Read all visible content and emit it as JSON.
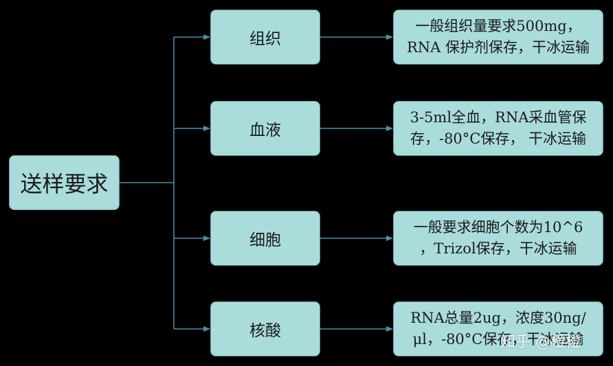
{
  "root": {
    "label": "送样要求"
  },
  "branches": [
    {
      "category": "组织",
      "detail_lines": [
        "一般组织量要求500mg，",
        "RNA 保护剂保存，干冰运输"
      ]
    },
    {
      "category": "血液",
      "detail_lines": [
        "3-5ml全血，RNA采血管保",
        "存，-80°C保存，  干冰运输"
      ]
    },
    {
      "category": "细胞",
      "detail_lines": [
        "一般要求细胞个数为10^6",
        "，Trizol保存，干冰运输"
      ]
    },
    {
      "category": "核酸",
      "detail_lines": [
        "RNA总量2ug，浓度30ng/",
        "μl，-80°C保存，干冰运输"
      ]
    }
  ],
  "watermark": "知乎 @橙橙",
  "colors": {
    "background": "#000000",
    "box_fill": "#a9dcdb",
    "box_border": "#5f9ea0",
    "connector": "#4f8fa8"
  }
}
